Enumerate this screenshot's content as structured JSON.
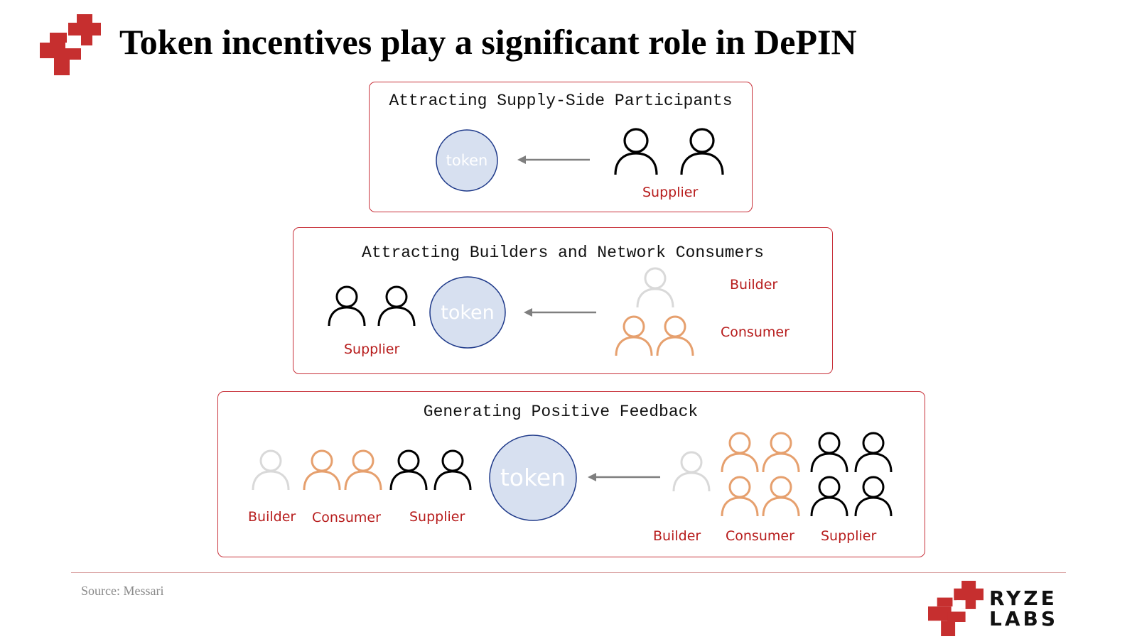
{
  "slide": {
    "title": "Token incentives play a significant role in DePIN",
    "source": "Source: Messari"
  },
  "brand": {
    "name_line1": "RYZE",
    "name_line2": "LABS",
    "accent_color": "#c62f2f"
  },
  "colors": {
    "box_border": "#c8313a",
    "label_red": "#b71c1c",
    "supplier_icon": "#000000",
    "consumer_icon": "#e6a06e",
    "builder_icon": "#d9d9d9",
    "token_fill": "#d7e0f0",
    "token_stroke": "#1f3a8a",
    "arrow": "#7f7f7f"
  },
  "token_label": "token",
  "boxes": [
    {
      "title": "Attracting Supply-Side Participants",
      "labels": [
        "Supplier"
      ]
    },
    {
      "title": "Attracting Builders and Network Consumers",
      "labels": [
        "Supplier",
        "Builder",
        "Consumer"
      ]
    },
    {
      "title": "Generating Positive Feedback",
      "labels": [
        "Builder",
        "Consumer",
        "Supplier",
        "Builder",
        "Consumer",
        "Supplier"
      ]
    }
  ],
  "icons": {
    "person": "person-outline-icon",
    "token": "token-coin-icon",
    "arrow": "arrow-left-icon"
  }
}
